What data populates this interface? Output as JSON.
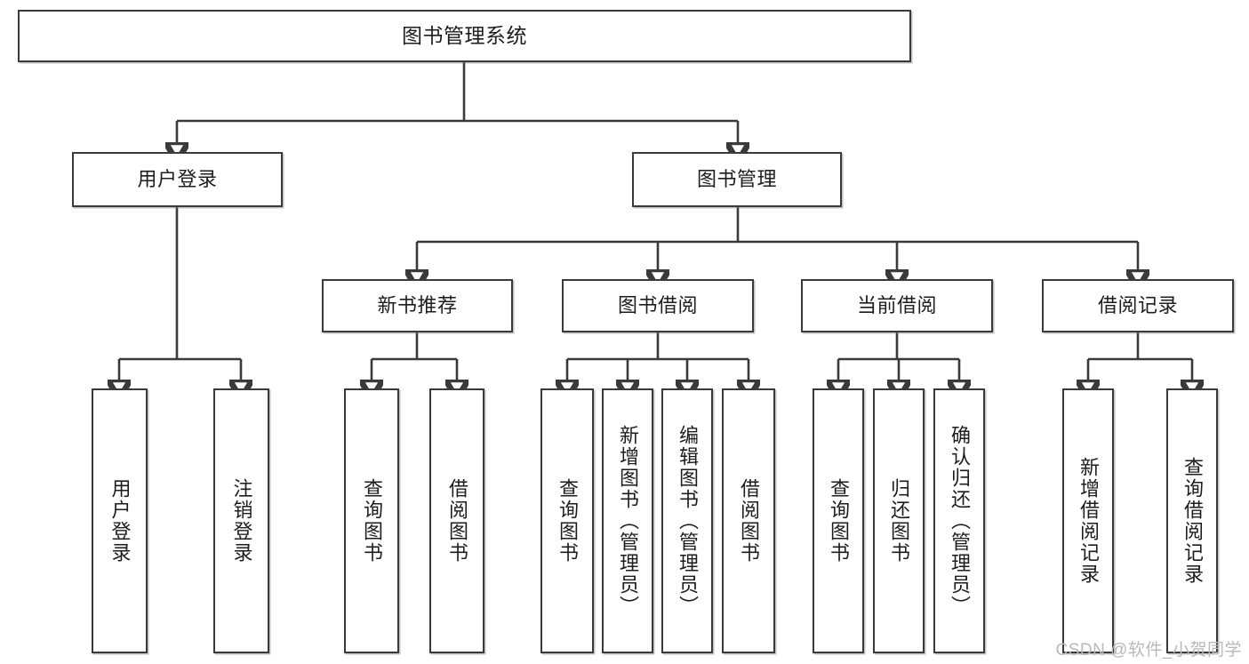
{
  "diagram": {
    "title": "图书管理系统",
    "type": "tree-hierarchy-diagram",
    "colors": {
      "stroke": "#3a3a3a",
      "fill": "#ffffff",
      "text": "#1d1d1d",
      "watermark": "#b9b9b9"
    },
    "root": {
      "label": "图书管理系统"
    },
    "level2": [
      {
        "label": "用户登录"
      },
      {
        "label": "图书管理"
      }
    ],
    "level3": [
      {
        "label": "新书推荐"
      },
      {
        "label": "图书借阅"
      },
      {
        "label": "当前借阅"
      },
      {
        "label": "借阅记录"
      }
    ],
    "leaves": {
      "user_login": [
        {
          "label": "用户登录"
        },
        {
          "label": "注销登录"
        }
      ],
      "new_book": [
        {
          "label": "查询图书"
        },
        {
          "label": "借阅图书"
        }
      ],
      "borrow_book": [
        {
          "label": "查询图书"
        },
        {
          "label": "新增图书（管理员）"
        },
        {
          "label": "编辑图书（管理员）"
        },
        {
          "label": "借阅图书"
        }
      ],
      "current_borrow": [
        {
          "label": "查询图书"
        },
        {
          "label": "归还图书"
        },
        {
          "label": "确认归还（管理员）"
        }
      ],
      "borrow_record": [
        {
          "label": "新增借阅记录"
        },
        {
          "label": "查询借阅记录"
        }
      ]
    }
  },
  "watermark": {
    "text": "CSDN @软件_小贺同学"
  }
}
